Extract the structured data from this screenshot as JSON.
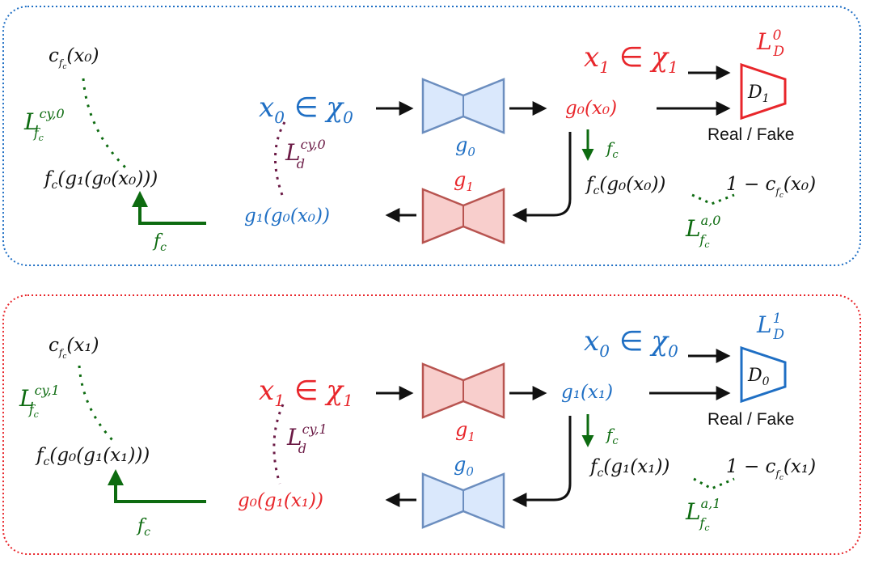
{
  "colors": {
    "blue": "#1f6fc4",
    "red": "#e8262b",
    "green": "#0d6b10",
    "maroon": "#6b1a45",
    "black": "#111111",
    "gen_blue_fill": "#dae8fc",
    "gen_blue_stroke": "#6c8ebf",
    "gen_red_fill": "#f8cecc",
    "gen_red_stroke": "#b85450"
  },
  "top": {
    "input_x": "x",
    "input_sub": "0",
    "input_in": "∈",
    "input_chi": "χ",
    "input_chi_sub": "0",
    "real_x": "x",
    "real_sub": "1",
    "real_in": "∈",
    "real_chi": "χ",
    "real_chi_sub": "1",
    "gen_forward": "g",
    "gen_forward_sub": "0",
    "gen_back": "g",
    "gen_back_sub": "1",
    "gen_out": "g₀(x₀)",
    "recon": "g₁(g₀(x₀))",
    "disc": "D",
    "disc_sub": "1",
    "real_fake": "Real / Fake",
    "loss_d": "L",
    "loss_d_sup": "0",
    "loss_d_sub": "D",
    "fc_label_down": "f",
    "fc_label_down_sub": "c",
    "fc_out": "f",
    "fc_out_rest": "(g₀(x₀))",
    "one_minus": "1 − c",
    "one_minus_rest": "(x₀)",
    "loss_a": "L",
    "loss_a_sup": "a,0",
    "loss_a_sub": "f",
    "loss_cyd": "L",
    "loss_cyd_sup": "cy,0",
    "loss_cyd_sub": "d",
    "cfc": "c",
    "cfc_rest": "(x₀)",
    "loss_cyf": "L",
    "loss_cyf_sup": "cy,0",
    "loss_cyf_sub": "f",
    "fc_cycle": "f",
    "fc_cycle_rest": "(g₁(g₀(x₀)))",
    "fc_arrow_label": "f",
    "fc_arrow_label_sub": "c"
  },
  "bottom": {
    "input_x": "x",
    "input_sub": "1",
    "input_in": "∈",
    "input_chi": "χ",
    "input_chi_sub": "1",
    "real_x": "x",
    "real_sub": "0",
    "real_in": "∈",
    "real_chi": "χ",
    "real_chi_sub": "0",
    "gen_forward": "g",
    "gen_forward_sub": "1",
    "gen_back": "g",
    "gen_back_sub": "0",
    "gen_out": "g₁(x₁)",
    "recon": "g₀(g₁(x₁))",
    "disc": "D",
    "disc_sub": "0",
    "real_fake": "Real / Fake",
    "loss_d": "L",
    "loss_d_sup": "1",
    "loss_d_sub": "D",
    "fc_label_down": "f",
    "fc_label_down_sub": "c",
    "fc_out": "f",
    "fc_out_rest": "(g₁(x₁))",
    "one_minus": "1 − c",
    "one_minus_rest": "(x₁)",
    "loss_a": "L",
    "loss_a_sup": "a,1",
    "loss_a_sub": "f",
    "loss_cyd": "L",
    "loss_cyd_sup": "cy,1",
    "loss_cyd_sub": "d",
    "cfc": "c",
    "cfc_rest": "(x₁)",
    "loss_cyf": "L",
    "loss_cyf_sup": "cy,1",
    "loss_cyf_sub": "f",
    "fc_cycle": "f",
    "fc_cycle_rest": "(g₀(g₁(x₁)))",
    "fc_arrow_label": "f",
    "fc_arrow_label_sub": "c"
  }
}
